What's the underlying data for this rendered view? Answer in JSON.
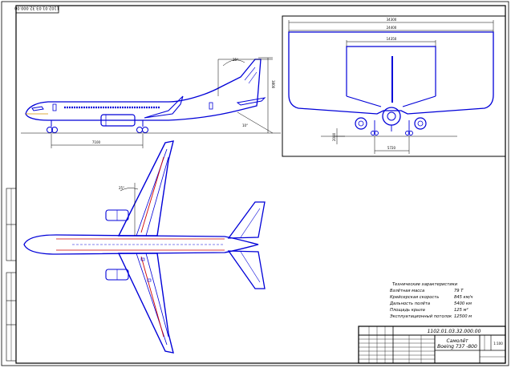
{
  "drawing": {
    "code_top": "1102.01.03.32.000.00",
    "code_block": "1102.01.03.32.000.00",
    "title_line1": "Самолёт",
    "title_line2": "Boeing 737 -800",
    "scale": "1:100"
  },
  "specs": {
    "heading": "Технические характеристики",
    "rows": [
      {
        "label": "Взлётная масса",
        "value": "79 Т"
      },
      {
        "label": "Крейсерская скорость",
        "value": "845 км/ч"
      },
      {
        "label": "Дальность полёта",
        "value": "5400 км"
      },
      {
        "label": "Площадь крыла",
        "value": "125 м²"
      },
      {
        "label": "Эксплуатационный потолок",
        "value": "12500 м"
      }
    ]
  },
  "dims": {
    "front_span": "34300",
    "front_inner": "24400",
    "front_tail": "14350",
    "front_track": "5720",
    "front_height": "2000",
    "side_length": "7100",
    "side_height": "3800",
    "side_sweep": "35°",
    "side_angle": "10°",
    "top_sweep": "25°"
  },
  "colors": {
    "line": "#0000d8",
    "accent": "#d00000",
    "frame": "#000000"
  }
}
